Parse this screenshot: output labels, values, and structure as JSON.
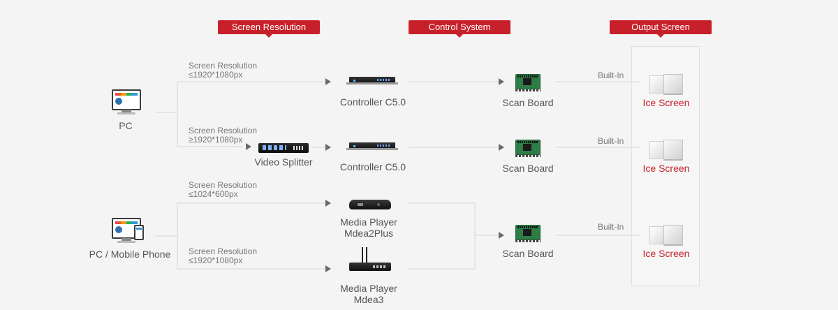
{
  "headers": {
    "resolution": "Screen Resolution",
    "control": "Control System",
    "output": "Output Screen"
  },
  "sources": {
    "pc": "PC",
    "pc_mobile": "PC / Mobile Phone"
  },
  "resolutions": [
    {
      "title": "Screen Resolution",
      "value": "≤1920*1080px"
    },
    {
      "title": "Screen Resolution",
      "value": "≥1920*1080px"
    },
    {
      "title": "Screen Resolution",
      "value": "≤1024*600px"
    },
    {
      "title": "Screen Resolution",
      "value": "≤1920*1080px"
    }
  ],
  "devices": {
    "splitter": "Video Splitter",
    "controller_1": "Controller C5.0",
    "controller_2": "Controller C5.0",
    "player_1": [
      "Media Player",
      "Mdea2Plus"
    ],
    "player_2": [
      "Media Player",
      "Mdea3"
    ],
    "scan_1": "Scan Board",
    "scan_2": "Scan Board",
    "scan_3": "Scan Board"
  },
  "built_in": [
    "Built-In",
    "Built-In",
    "Built-In"
  ],
  "outputs": [
    "Ice Screen",
    "Ice Screen",
    "Ice Screen"
  ],
  "colors": {
    "accent": "#c8202a",
    "line": "#d6d6d6",
    "arrow": "#6a6a6a"
  },
  "icons": {
    "pc": "monitor-icon",
    "pc_mobile": "monitor-phone-icon",
    "controller": "rack-controller-icon",
    "splitter": "video-splitter-icon",
    "scan_board": "pcb-board-icon",
    "ice_screen": "glass-panel-icon",
    "player_1": "media-player-icon",
    "player_2": "router-player-icon"
  }
}
